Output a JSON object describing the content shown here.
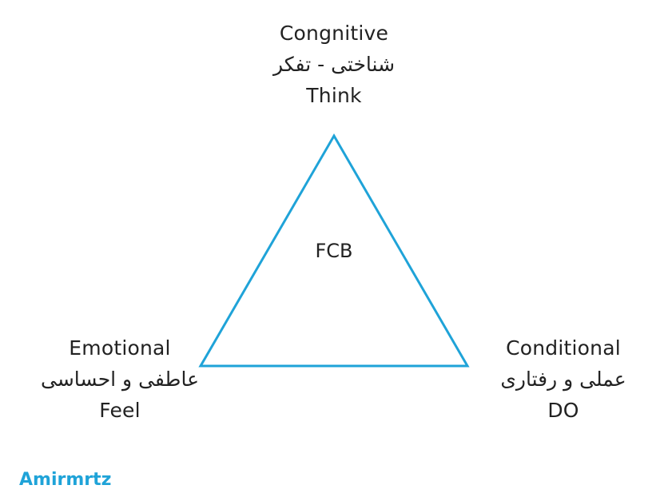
{
  "diagram": {
    "center_label": "FCB",
    "stroke_color": "#1fa3d8",
    "vertices": {
      "top": {
        "english": "Congnitive",
        "persian": "شناختی - تفکر",
        "verb": "Think"
      },
      "left": {
        "english": "Emotional",
        "persian": "عاطفی و احساسی",
        "verb": "Feel"
      },
      "right": {
        "english": "Conditional",
        "persian": "عملی و رفتاری",
        "verb": "DO"
      }
    }
  },
  "watermark": {
    "text": "Amirmrtz",
    "color": "#1fa3d8"
  }
}
